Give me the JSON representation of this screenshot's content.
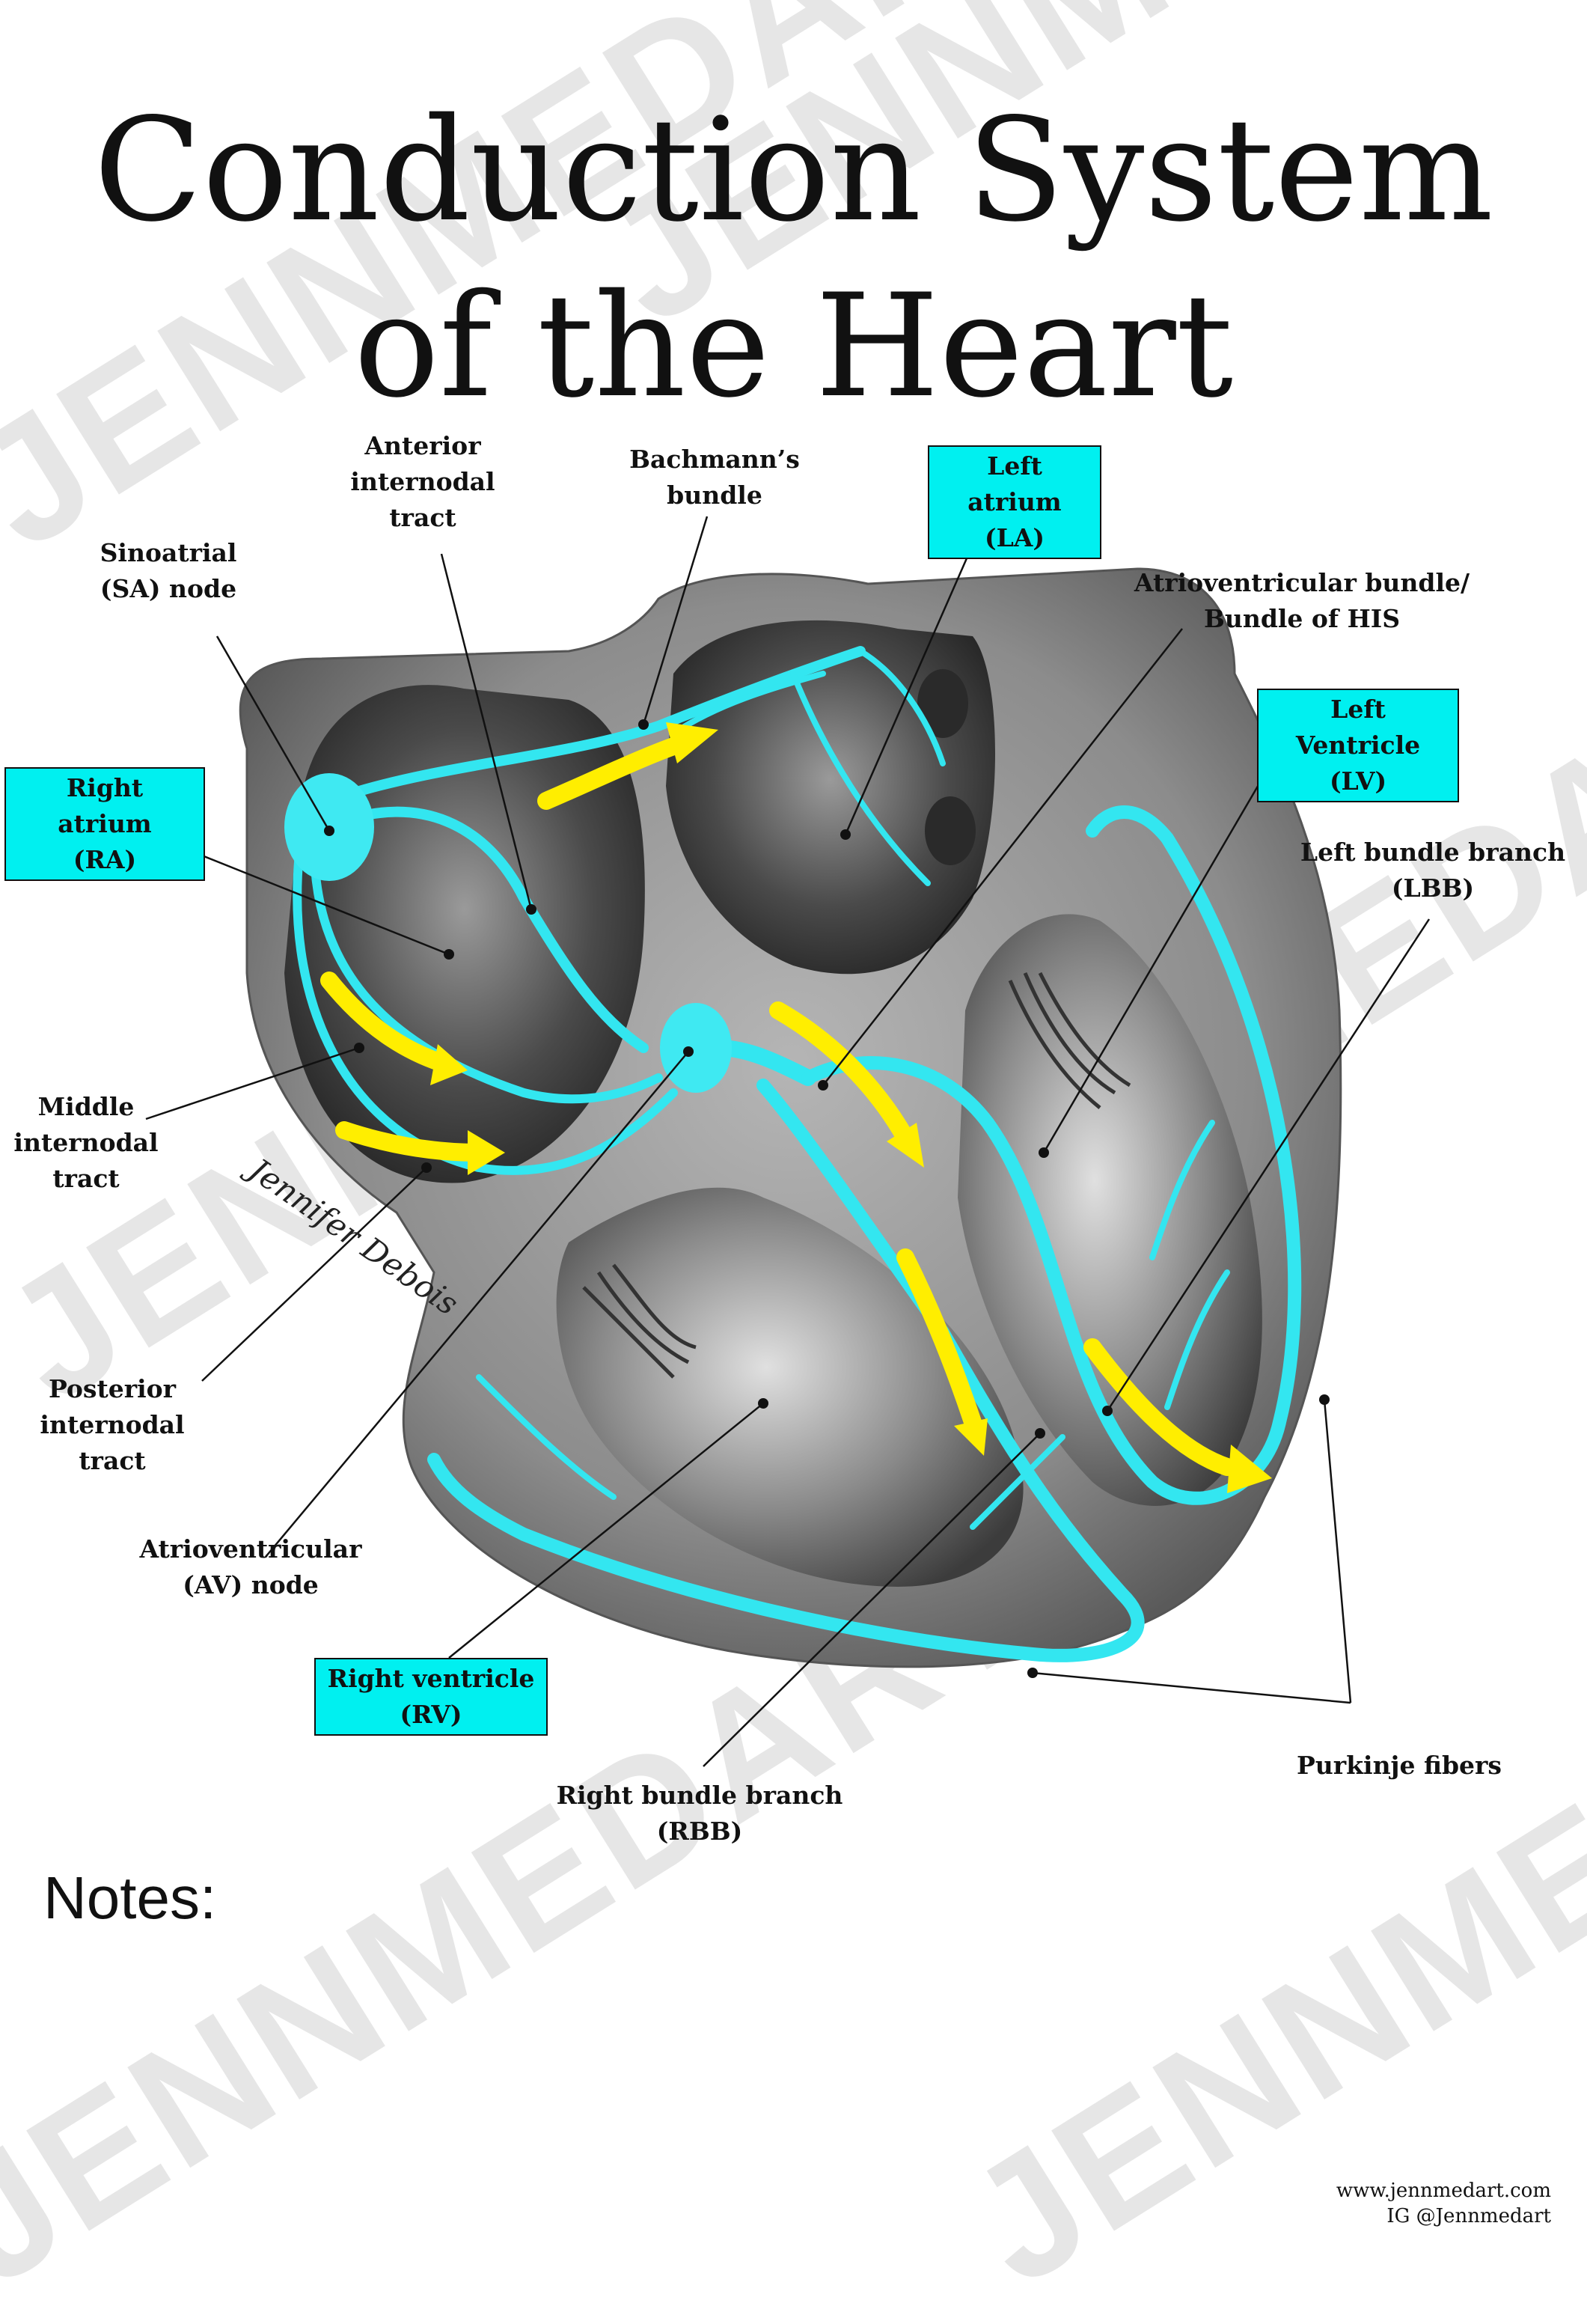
{
  "title": {
    "line1": "Conduction System",
    "line2": "of the Heart"
  },
  "watermark": "JENNMEDART",
  "labels": {
    "anterior": [
      "Anterior",
      "internodal",
      "tract"
    ],
    "bachmann": [
      "Bachmann’s",
      "bundle"
    ],
    "left_atrium": [
      "Left atrium",
      "(LA)"
    ],
    "sa_node": [
      "Sinoatrial",
      "(SA) node"
    ],
    "av_bundle": [
      "Atrioventricular bundle/",
      "Bundle of HIS"
    ],
    "right_atrium": [
      "Right atrium",
      "(RA)"
    ],
    "left_ventricle": [
      "Left Ventricle",
      "(LV)"
    ],
    "lbb": [
      "Left bundle branch",
      "(LBB)"
    ],
    "middle": [
      "Middle",
      "internodal",
      "tract"
    ],
    "posterior": [
      "Posterior",
      "internodal",
      "tract"
    ],
    "av_node": [
      "Atrioventricular",
      "(AV) node"
    ],
    "right_ventricle": [
      "Right ventricle",
      "(RV)"
    ],
    "purkinje": [
      "Purkinje fibers"
    ],
    "rbb": [
      "Right bundle branch",
      "(RBB)"
    ]
  },
  "notes": "Notes:",
  "credit": {
    "website": "www.jennmedart.com",
    "instagram": "IG @Jennmedart"
  },
  "signature": "Jennifer Debois",
  "colors": {
    "conduction": "#33e6f0",
    "arrow": "#ffee00",
    "box": "#00f0f0",
    "tissue": "#8a8a8a",
    "cavity": "#3a3a3a"
  }
}
